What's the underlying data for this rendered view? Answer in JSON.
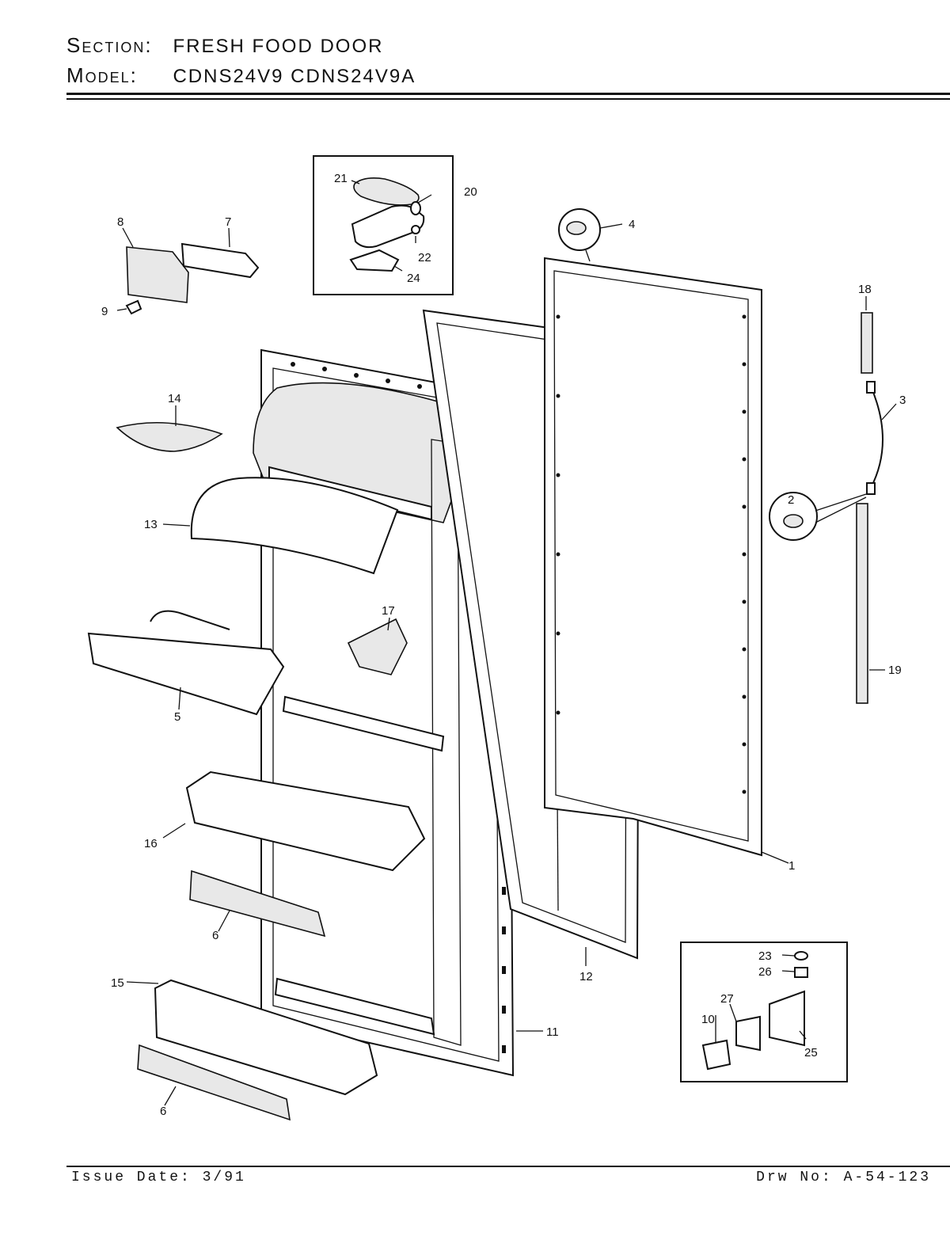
{
  "header": {
    "section_label": "Section:",
    "section_value": "FRESH FOOD DOOR",
    "model_label": "Model:",
    "model_value": "CDNS24V9   CDNS24V9A"
  },
  "footer": {
    "issue": "Issue Date: 3/91",
    "drawing": "Drw No: A-54-123"
  },
  "callouts": {
    "p1": "1",
    "p2": "2",
    "p3": "3",
    "p4": "4",
    "p5": "5",
    "p6a": "6",
    "p6b": "6",
    "p7": "7",
    "p8": "8",
    "p9": "9",
    "p10": "10",
    "p11": "11",
    "p12": "12",
    "p13": "13",
    "p14": "14",
    "p15": "15",
    "p16": "16",
    "p17": "17",
    "p18": "18",
    "p19": "19",
    "p20": "20",
    "p21": "21",
    "p22": "22",
    "p23": "23",
    "p24": "24",
    "p25": "25",
    "p26": "26",
    "p27": "27"
  }
}
